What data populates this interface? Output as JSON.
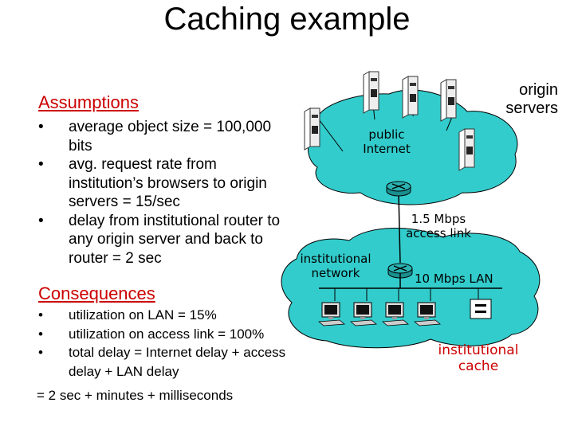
{
  "title": "Caching example",
  "assumptions": {
    "heading": "Assumptions",
    "bullet": "•",
    "items": [
      "average object size = 100,000 bits",
      "avg. request rate from institution’s browsers to origin servers = 15/sec",
      "delay from institutional router to any origin server and back to router  = 2 sec"
    ]
  },
  "consequences": {
    "heading": "Consequences",
    "bullet": "•",
    "items": [
      "utilization on LAN = 15%",
      "utilization on access link = 100%",
      "total delay   = Internet delay + access delay + LAN delay"
    ],
    "continuation": "=  2 sec + minutes + milliseconds"
  },
  "diagram": {
    "origin_servers": "origin servers",
    "public_internet": "public Internet",
    "access_link": "1.5 Mbps access link",
    "institutional_network": "institutional network",
    "lan": "10 Mbps LAN",
    "cache": "institutional cache"
  },
  "colors": {
    "internet_cloud": "#33cccc",
    "lan_cloud": "#33cccc",
    "accent_red": "#cc0000",
    "server_body": "#f2f2f2",
    "router": "#1a8f8f"
  }
}
